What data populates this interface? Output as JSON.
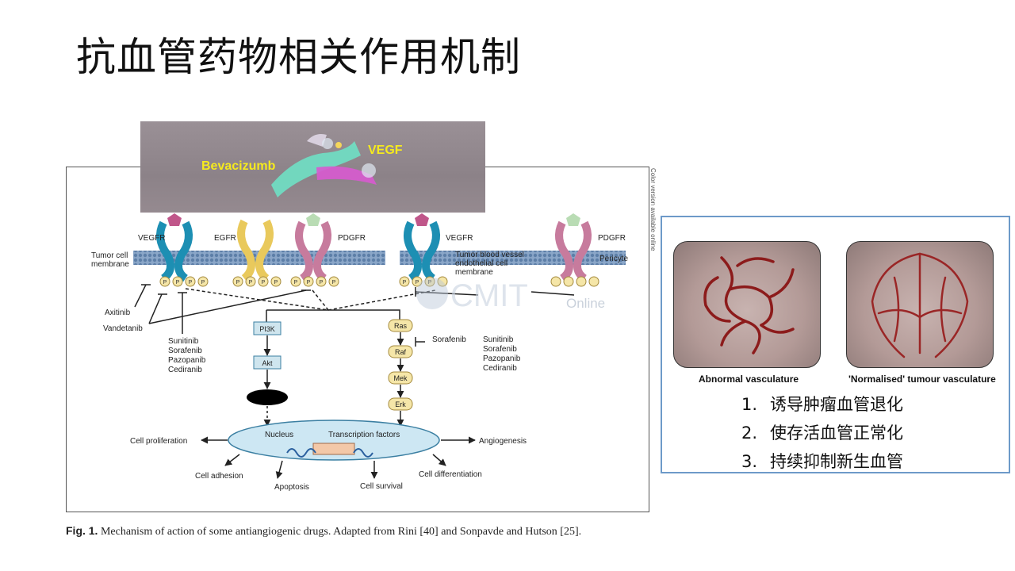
{
  "title": "抗血管药物相关作用机制",
  "inset": {
    "label_left": "Bevacizumb",
    "label_right": "VEGF"
  },
  "diagram": {
    "receptors": [
      "VEGFR",
      "EGFR",
      "PDGFR",
      "VEGFR",
      "PDGFR"
    ],
    "membrane_labels": {
      "tumor": [
        "Tumor cell",
        "membrane"
      ],
      "vessel": [
        "Tumor blood vessel",
        "endothelial cell",
        "membrane"
      ],
      "pericyte": "Pericyte"
    },
    "phospho": "P",
    "drugs_left": [
      "Axitinib",
      "Vandetanib"
    ],
    "drugs_mid": [
      "Sunitinib",
      "Sorafenib",
      "Pazopanib",
      "Cediranib"
    ],
    "drugs_right": [
      "Sunitinib",
      "Sorafenib",
      "Pazopanib",
      "Cediranib"
    ],
    "drug_ras": "Sorafenib",
    "pathway_left": [
      "PI3K",
      "Akt"
    ],
    "pathway_right": [
      "Ras",
      "Raf",
      "Mek",
      "Erk"
    ],
    "nucleus": {
      "label": "Nucleus",
      "tf": "Transcription factors"
    },
    "outcomes": {
      "proliferation": "Cell proliferation",
      "angiogenesis": "Angiogenesis",
      "adhesion": "Cell adhesion",
      "apoptosis": "Apoptosis",
      "survival": "Cell survival",
      "differentiation": "Cell differentiation"
    },
    "watermark": {
      "main": "CMIT",
      "sub": "Online"
    }
  },
  "side_note": "Color version available online",
  "caption": {
    "bold": "Fig. 1.",
    "text": " Mechanism of action of some antiangiogenic drugs. Adapted from Rini [40] and Sonpavde and Hutson [25]."
  },
  "right_panel": {
    "images": [
      {
        "caption": "Abnormal vasculature"
      },
      {
        "caption": "'Normalised' tumour vasculature"
      }
    ],
    "items": [
      {
        "num": "1.",
        "text": "诱导肿瘤血管退化"
      },
      {
        "num": "2.",
        "text": "使存活血管正常化"
      },
      {
        "num": "3.",
        "text": "持续抑制新生血管"
      }
    ]
  }
}
